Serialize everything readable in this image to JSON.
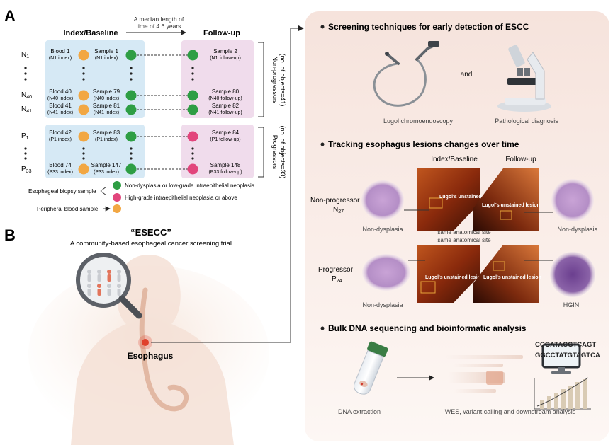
{
  "panel_a": {
    "letter": "A",
    "duration_note_line1": "A median length of",
    "duration_note_line2": "time of 4.6 years",
    "header_index": "Index/Baseline",
    "header_followup": "Follow-up",
    "nonprog_rows": [
      {
        "label": "N",
        "sub": "1",
        "blood": "Blood 1",
        "blood_sub": "N1 index",
        "sample": "Sample 1",
        "sample_sub": "N1 index",
        "fu": "Sample 2",
        "fu_sub": "N1 follow-up"
      },
      {
        "label": "N",
        "sub": "40",
        "blood": "Blood 40",
        "blood_sub": "N40 index",
        "sample": "Sample 79",
        "sample_sub": "N40 index",
        "fu": "Sample 80",
        "fu_sub": "N40 follow-up"
      },
      {
        "label": "N",
        "sub": "41",
        "blood": "Blood 41",
        "blood_sub": "N41 index",
        "sample": "Sample 81",
        "sample_sub": "N41 index",
        "fu": "Sample 82",
        "fu_sub": "N41 follow-up"
      }
    ],
    "prog_rows": [
      {
        "label": "P",
        "sub": "1",
        "blood": "Blood 42",
        "blood_sub": "P1 index",
        "sample": "Sample 83",
        "sample_sub": "P1 index",
        "fu": "Sample 84",
        "fu_sub": "P1 follow-up"
      },
      {
        "label": "P",
        "sub": "33",
        "blood": "Blood 74",
        "blood_sub": "P33 index",
        "sample": "Sample 147",
        "sample_sub": "P33 index",
        "fu": "Sample 148",
        "fu_sub": "P33 follow-up"
      }
    ],
    "group_nonprog_line1": "Non-progressors",
    "group_nonprog_line2": "(no. of objects=41)",
    "group_prog_line1": "Progressors",
    "group_prog_line2": "(no. of objects=33)",
    "legend_biopsy": "Esophageal biopsy sample",
    "legend_blood": "Peripheral blood sample",
    "legend_green": "Non-dysplasia or low-grade intraepithelial neoplasia",
    "legend_pink": "High-grade intraepithelial neoplasia or above",
    "colors": {
      "blood": "#f2a743",
      "green": "#2e9e44",
      "pink": "#e2457c",
      "index_box": "#d6e9f5",
      "fu_box": "#f0dcec"
    }
  },
  "panel_b": {
    "letter": "B",
    "title": "“ESECC”",
    "subtitle": "A community-based esophageal cancer screening trial",
    "organ_label": "Esophagus"
  },
  "right_panel": {
    "sec1_title": "Screening techniques for early detection of ESCC",
    "and_label": "and",
    "lugol_caption": "Lugol chromoendoscopy",
    "patho_caption": "Pathological diagnosis",
    "sec2_title": "Tracking esophagus lesions changes over time",
    "col_index": "Index/Baseline",
    "col_followup": "Follow-up",
    "nonprog_label": "Non-progressor",
    "nonprog_id": "N",
    "nonprog_id_sub": "27",
    "prog_label": "Progressor",
    "prog_id": "P",
    "prog_id_sub": "24",
    "lesion_label": "Lugol's unstained lesion",
    "same_site": "same anatomical site",
    "nondys": "Non-dysplasia",
    "hgin": "HGIN",
    "sec3_title": "Bulk DNA sequencing and bioinformatic analysis",
    "dna_caption": "DNA extraction",
    "wes_caption": "WES, variant calling and downstream analysis",
    "seq_line1": "CCGATACGTCAGT",
    "seq_line2": "GGCCTATGTAGTCA"
  }
}
